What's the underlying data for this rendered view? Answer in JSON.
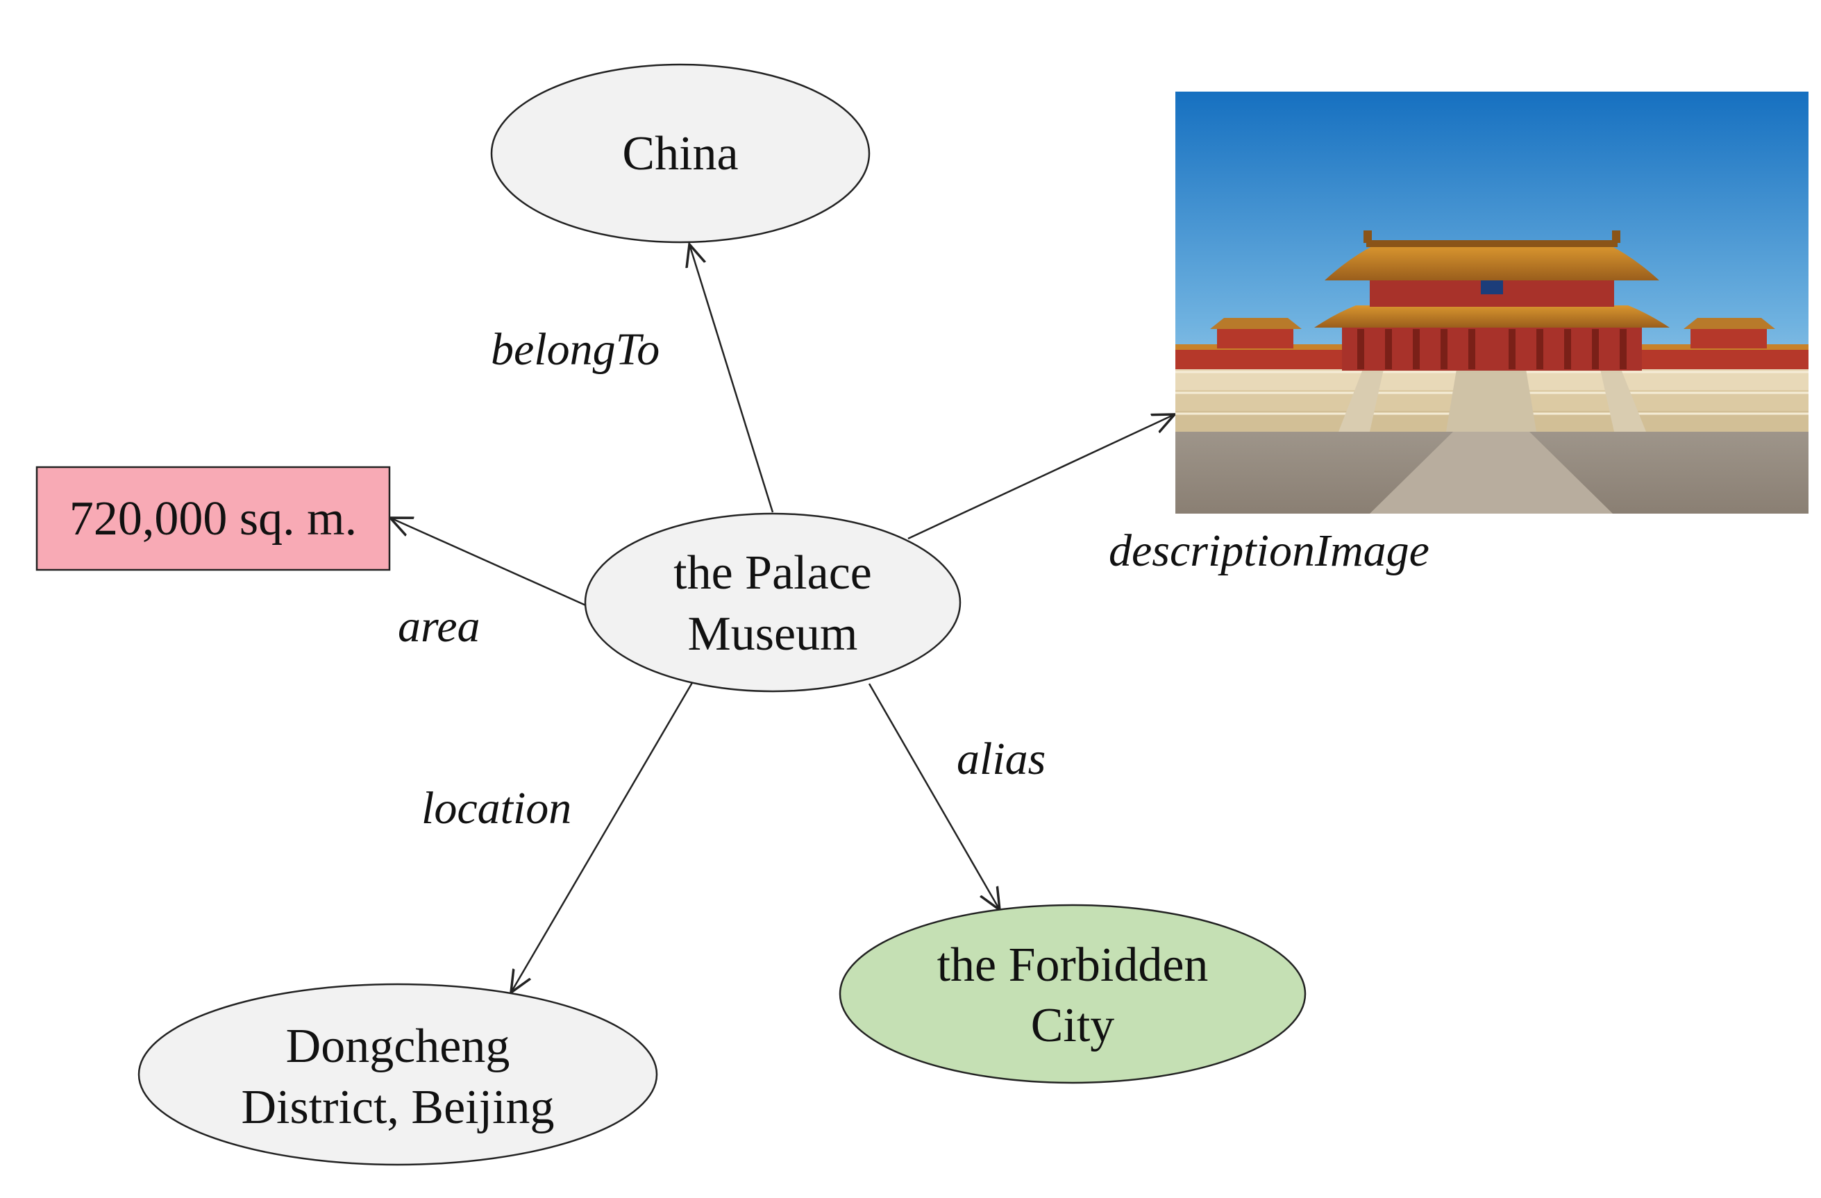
{
  "diagram": {
    "type": "knowledge-graph",
    "nodes": {
      "center": {
        "lines": [
          "the Palace",
          "Museum"
        ],
        "fill": "#f2f2f2"
      },
      "china": {
        "lines": [
          "China"
        ],
        "fill": "#f2f2f2"
      },
      "area_value": {
        "lines": [
          "720,000 sq. m."
        ],
        "fill": "#f8aab5"
      },
      "dongcheng": {
        "lines": [
          "Dongcheng",
          "District, Beijing"
        ],
        "fill": "#f2f2f2"
      },
      "forbidden_city": {
        "lines": [
          "the Forbidden",
          "City"
        ],
        "fill": "#c5e0b4"
      },
      "description_image": {
        "subject": "Hall of Supreme Harmony photograph"
      }
    },
    "edges": {
      "belongTo": "belongTo",
      "area": "area",
      "location": "location",
      "alias": "alias",
      "descriptionImage": "descriptionImage"
    },
    "colors": {
      "stroke": "#222222",
      "sky_top": "#1a7ac8",
      "sky_bottom": "#cfe3ef",
      "roof": "#c8822a",
      "wall_red": "#b5382a",
      "terrace": "#e8d9b8"
    }
  }
}
